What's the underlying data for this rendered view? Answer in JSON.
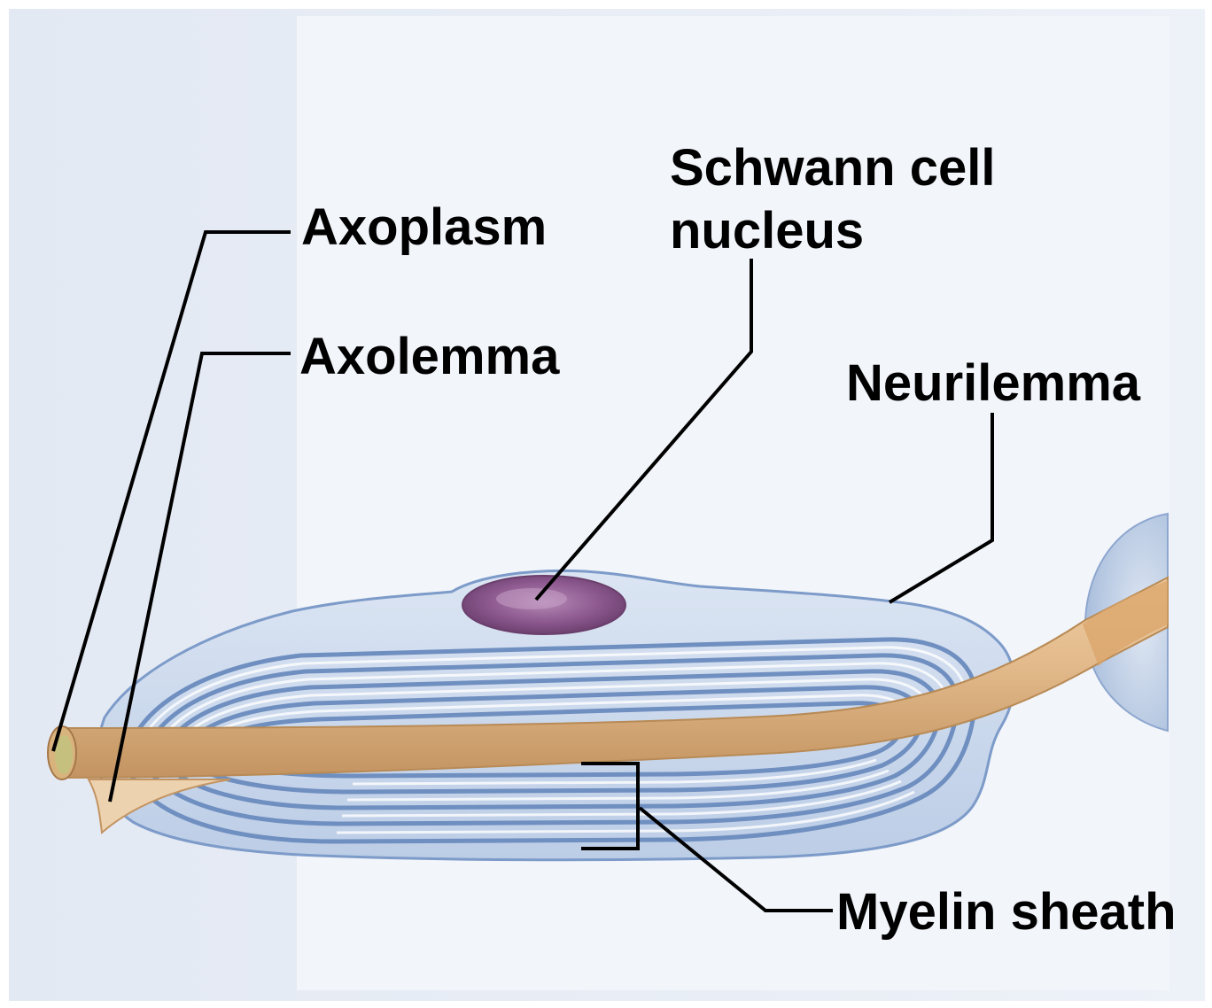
{
  "labels": {
    "axoplasm": "Axoplasm",
    "axolemma": "Axolemma",
    "schwann_cell_nucleus_line1": "Schwann cell",
    "schwann_cell_nucleus_line2": "nucleus",
    "neurilemma": "Neurilemma",
    "myelin_sheath": "Myelin sheath"
  },
  "colors": {
    "background_outer": "#e9eef6",
    "background_panel": "#f1f4f9",
    "schwann_cytoplasm": "#c9d8ec",
    "membrane_outline": "#7d9bc9",
    "myelin_lamella": "#6f8fc0",
    "nucleus": "#8e5a90",
    "axon": "#e2b98a",
    "axon_shadow": "#c39461",
    "axoplasm_end": "#c6c07e",
    "leader_line": "#000000"
  }
}
